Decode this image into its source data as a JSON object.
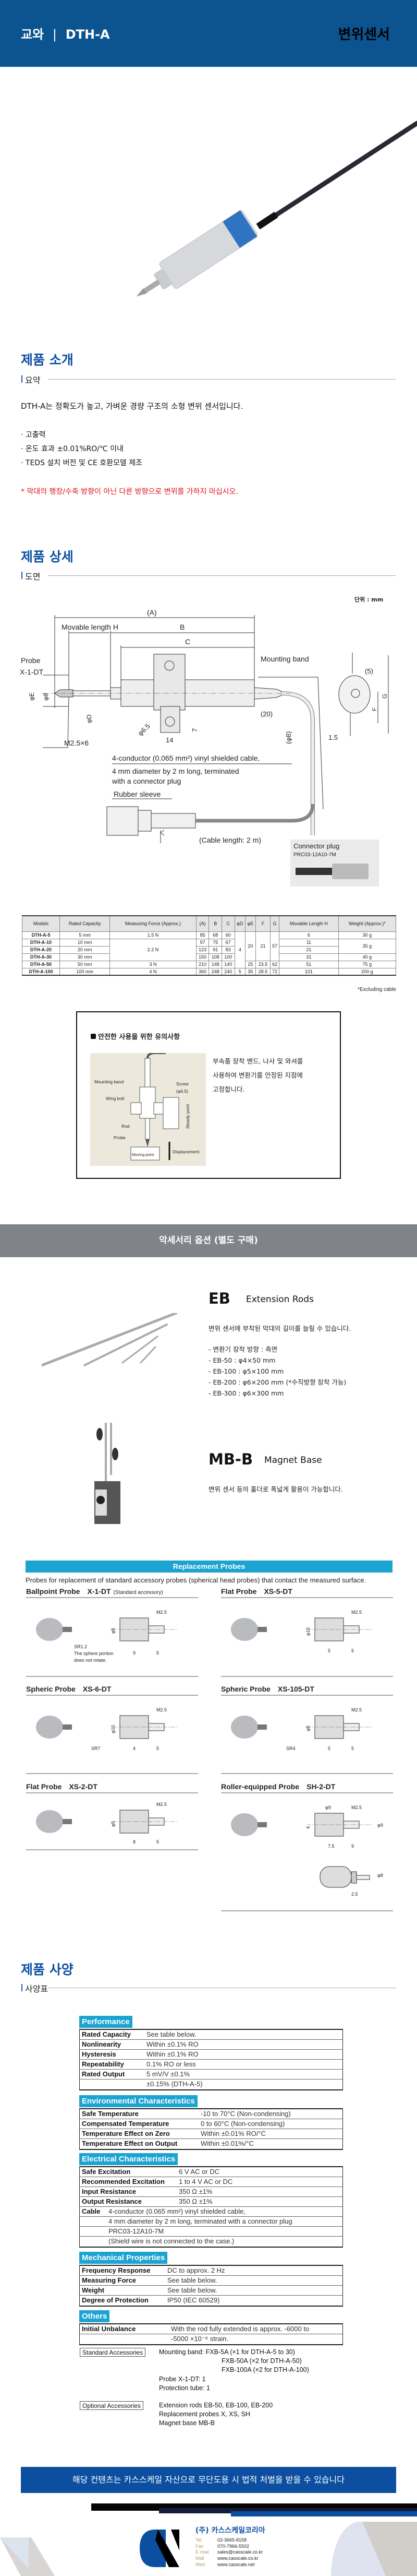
{
  "header": {
    "brand": "교와",
    "separator": "|",
    "model": "DTH-A",
    "category": "변위센서"
  },
  "intro": {
    "title": "제품 소개",
    "subtitle": "요약",
    "description": "DTH-A는 정확도가 높고, 가벼운 경량 구조의 소형 변위 센서입니다.",
    "bullets": [
      "· 고출력",
      "· 온도 효과 ±0.01%RO/℃ 이내",
      "· TEDS 설치 버전 및 CE 호환모델 제조"
    ],
    "note": "* 막대의 팽창/수축 방향이 아닌 다른 방향으로 변위를 가하지 마십시오."
  },
  "detail": {
    "title": "제품 상세",
    "subtitle": "도면",
    "unit": "단위 : mm",
    "drawing": {
      "a": "(A)",
      "movable": "Movable length H",
      "b": "B",
      "c": "C",
      "probe": "Probe",
      "probe_model": "X-1-DT",
      "phi_e": "φE",
      "phi_8": "φ8",
      "phi_d": "φD",
      "thread": "M2.5×6",
      "hole": "φ6.5",
      "w14": "14",
      "h7": "7",
      "d20": "(20)",
      "cable_phi": "(φ8)",
      "mounting": "Mounting band",
      "d5": "(5)",
      "g": "G",
      "f": "F",
      "t15": "1.5",
      "cable1": "4-conductor (0.065 mm²) vinyl shielded cable,",
      "cable2": "4 mm diameter by 2 m long, terminated",
      "cable3": "with a connector plug",
      "rubber": "Rubber sleeve",
      "cable_length": "(Cable length: 2 m)"
    },
    "connector": {
      "title": "Connector plug",
      "model": "PRC03-12A10-7M"
    },
    "table": {
      "headers": [
        "Models",
        "Rated Capacity",
        "Measuring Force (Approx.)",
        "(A)",
        "B",
        "C",
        "φD",
        "φE",
        "F",
        "G",
        "Movable Length H",
        "Weight (Approx.)*"
      ],
      "rows": [
        [
          "DTH-A-5",
          "5 mm",
          "1.5 N",
          "85",
          "68",
          "60",
          "4",
          "20",
          "21",
          "57",
          "6",
          "30 g"
        ],
        [
          "DTH-A-10",
          "10 mm",
          "2.2 N",
          "97",
          "75",
          "67",
          "11",
          "35 g"
        ],
        [
          "DTH-A-20",
          "20 mm",
          "123",
          "91",
          "83",
          "21"
        ],
        [
          "DTH-A-30",
          "30 mm",
          "150",
          "108",
          "100",
          "31",
          "40 g"
        ],
        [
          "DTH-A-50",
          "50 mm",
          "3 N",
          "210",
          "148",
          "140",
          "25",
          "23.5",
          "62",
          "51",
          "75 g"
        ],
        [
          "DTH-A-100",
          "100 mm",
          "4 N",
          "360",
          "248",
          "240",
          "5",
          "35",
          "28.5",
          "72",
          "101",
          "200 g"
        ]
      ],
      "footnote": "*Excluding cable"
    },
    "caution": {
      "title": "안전한 사용을 위한 유의사항",
      "labels": [
        "Mounting band",
        "Screw",
        "(φ6.5)",
        "Wing bolt",
        "Steady point",
        "Rod",
        "Probe",
        "Moving point",
        "Displacement"
      ],
      "text": [
        "부속품 장착 밴드, 나사 및 와셔를",
        "사용하여 변환기를 안정된 지점에",
        "고정합니다."
      ]
    }
  },
  "accessories": {
    "band": "악세서리 옵션 (별도 구매)",
    "eb": {
      "code": "EB",
      "name": "Extension Rods",
      "desc": "변위 센서에 부착된 막대의 길이를 늘릴 수 있습니다.",
      "items": [
        "- 변환기 장착 방향 : 측면",
        "- EB-50 : φ4×50 mm",
        "- EB-100 : φ5×100 mm",
        "- EB-200 : φ6×200 mm (*수직방향  장착 가능)",
        "- EB-300 : φ6×300 mm"
      ]
    },
    "mb": {
      "code": "MB-B",
      "name": "Magnet Base",
      "desc": "변위 센서 등의 홀더로 폭넓게 활용이 가능합니다."
    }
  },
  "probes": {
    "banner": "Replacement Probes",
    "desc": "Probes for replacement of standard accessory probes (spherical head probes) that contact the measured surface.",
    "items": [
      {
        "name": "Ballpoint Probe",
        "code": "X-1-DT",
        "note": "(Standard accessory)",
        "dims": [
          "M2.5",
          "φ5",
          "SR1.2",
          "The sphere portion",
          "does not rotate.",
          "9",
          "5"
        ]
      },
      {
        "name": "Flat Probe",
        "code": "XS-5-DT",
        "note": "",
        "dims": [
          "M2.5",
          "φ10",
          "5",
          "5"
        ]
      },
      {
        "name": "Spheric Probe",
        "code": "XS-6-DT",
        "note": "",
        "dims": [
          "M2.5",
          "φ10",
          "SR7",
          "4",
          "5"
        ]
      },
      {
        "name": "Spheric Probe",
        "code": "XS-105-DT",
        "note": "",
        "dims": [
          "M2.5",
          "φ5",
          "SR4",
          "5",
          "5"
        ]
      },
      {
        "name": "Flat Probe",
        "code": "XS-2-DT",
        "note": "",
        "dims": [
          "M2.5",
          "φ5",
          "8",
          "5"
        ]
      },
      {
        "name": "Roller-equipped Probe",
        "code": "SH-2-DT",
        "note": "",
        "dims": [
          "M2.5",
          "φ9",
          "4",
          "φ9",
          "7.5",
          "9",
          "φ8",
          "2.5"
        ]
      }
    ]
  },
  "spec": {
    "title": "제품 사양",
    "subtitle": "사양표",
    "sections": [
      {
        "name": "Performance",
        "rows": [
          [
            "Rated Capacity",
            "See table below."
          ],
          [
            "Nonlinearity",
            "Within ±0.1% RO"
          ],
          [
            "Hysteresis",
            "Within ±0.1% RO"
          ],
          [
            "Repeatability",
            "0.1% RO or less"
          ],
          [
            "Rated Output",
            "5 mV/V ±0.1%"
          ],
          [
            "",
            "±0.15% (DTH-A-5)"
          ]
        ]
      },
      {
        "name": "Environmental Characteristics",
        "rows": [
          [
            "Safe Temperature",
            "-10 to 70°C (Non-condensing)"
          ],
          [
            "Compensated Temperature",
            "0 to 60°C (Non-condensing)"
          ],
          [
            "Temperature Effect on Zero",
            "Within ±0.01% RO/°C"
          ],
          [
            "Temperature Effect on Output",
            "Within ±0.01%/°C"
          ]
        ]
      },
      {
        "name": "Electrical Characteristics",
        "rows": [
          [
            "Safe Excitation",
            "6 V AC or DC"
          ],
          [
            "Recommended Excitation",
            "1 to 4 V AC or DC"
          ],
          [
            "Input Resistance",
            "350 Ω ±1%"
          ],
          [
            "Output Resistance",
            "350 Ω ±1%"
          ],
          [
            "Cable",
            "4-conductor (0.065 mm²) vinyl shielded cable,"
          ],
          [
            "",
            "4 mm diameter by 2 m long, terminated with a connector plug"
          ],
          [
            "",
            "PRC03-12A10-7M"
          ],
          [
            "",
            "(Shield wire is not  connected to the case.)"
          ]
        ]
      },
      {
        "name": "Mechanical Properties",
        "rows": [
          [
            "Frequency Response",
            "DC to approx. 2 Hz"
          ],
          [
            "Measuring Force",
            "See table below."
          ],
          [
            "Weight",
            "See table below."
          ],
          [
            "Degree of Protection",
            "IP50 (IEC 60529)"
          ]
        ]
      },
      {
        "name": "Others",
        "rows": [
          [
            "Initial Unbalance",
            "With the rod fully extended is approx. -6000 to"
          ],
          [
            "",
            "-5000 ×10⁻⁶ strain."
          ]
        ]
      }
    ],
    "standard": {
      "label": "Standard Accessories",
      "lines": [
        "Mounting band:  FXB-5A (×1 for DTH-A-5 to 30)",
        "FXB-50A (×2 for DTH-A-50)",
        "FXB-100A (×2 for DTH-A-100)",
        "Probe X-1-DT: 1",
        "Protection tube: 1"
      ]
    },
    "optional": {
      "label": "Optional Accessories",
      "lines": [
        "Extension rods EB-50, EB-100, EB-200",
        "Replacement probes X, XS, SH",
        "Magnet base MB-B"
      ]
    }
  },
  "footer": {
    "notice": "해당 컨텐츠는 카스스케일 자산으로 무단도용 시 법적 처벌을 받을 수 있습니다",
    "company": "(주) 카스스케일코리아",
    "contacts": [
      {
        "label": "Tel",
        "value": "02-3665-8158"
      },
      {
        "label": "Fax",
        "value": "070-7966-5502"
      },
      {
        "label": "E-mail",
        "value": "sales@casscale.co.kr"
      },
      {
        "label": "Mall",
        "value": "www.casscale.co.kr"
      },
      {
        "label": "Web",
        "value": "www.casscale.net"
      }
    ]
  },
  "colors": {
    "header": "#0b548f",
    "title": "#0b4ea2",
    "accent": "#1ba3d1",
    "note": "#e0131c",
    "band": "#808389",
    "footer": "#0c4fa0"
  }
}
